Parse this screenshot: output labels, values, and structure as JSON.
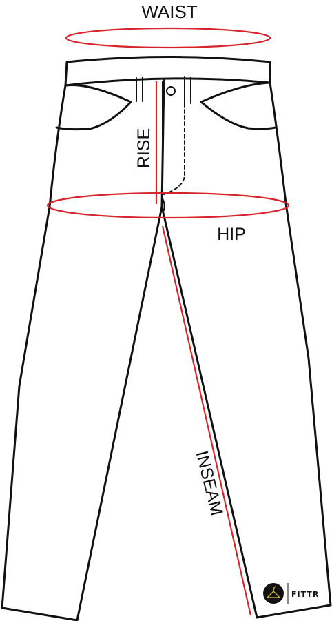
{
  "labels": {
    "waist": "WAIST",
    "rise": "RISE",
    "hip": "HIP",
    "inseam": "INSEAM"
  },
  "brand": {
    "name": "FITTR",
    "logo_icon": "hanger-icon"
  },
  "colors": {
    "measure_line": "#d8232a",
    "outline": "#111111",
    "background": "#ffffff"
  }
}
